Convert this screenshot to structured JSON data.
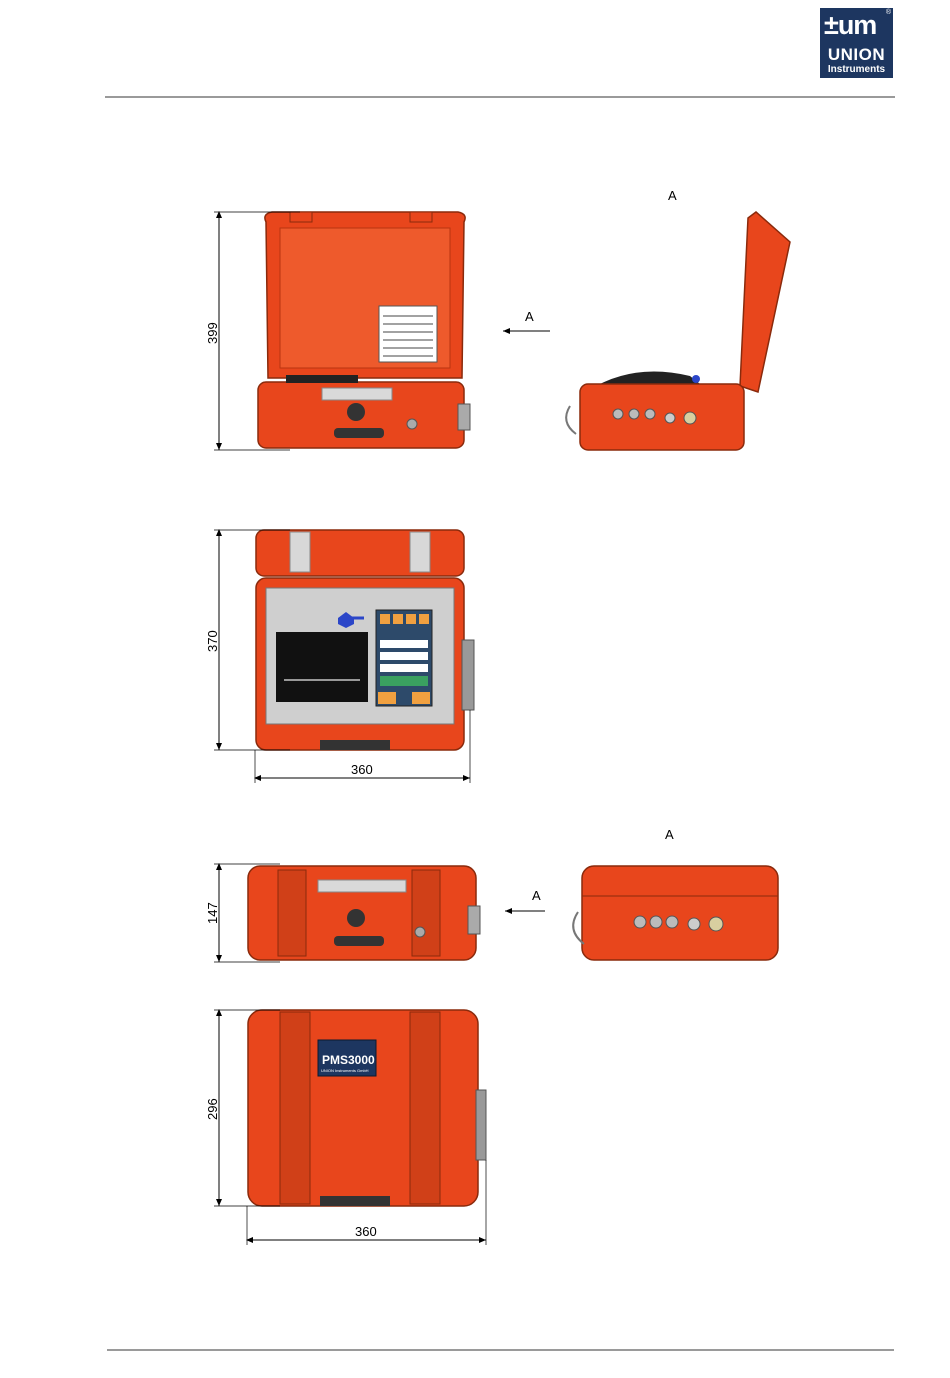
{
  "header": {
    "logo": {
      "mark": "±um",
      "registered": "®",
      "line1": "UNION",
      "line2": "Instruments"
    }
  },
  "colors": {
    "case": "#e8461c",
    "case_dark": "#b83410",
    "rule": "#9a9a9a",
    "logo_bg": "#1d3660",
    "panel": "#c8c8c8"
  },
  "view_open": {
    "dim_height": "399",
    "view_arrow": "A",
    "side_label": "A"
  },
  "view_top": {
    "dim_height": "370",
    "dim_width": "360"
  },
  "view_front": {
    "dim_height": "147",
    "view_arrow": "A",
    "side_label": "A"
  },
  "view_lid": {
    "dim_height": "296",
    "dim_width": "360",
    "label_title": "PMS3000",
    "label_company": "UNION Instruments GmbH"
  }
}
